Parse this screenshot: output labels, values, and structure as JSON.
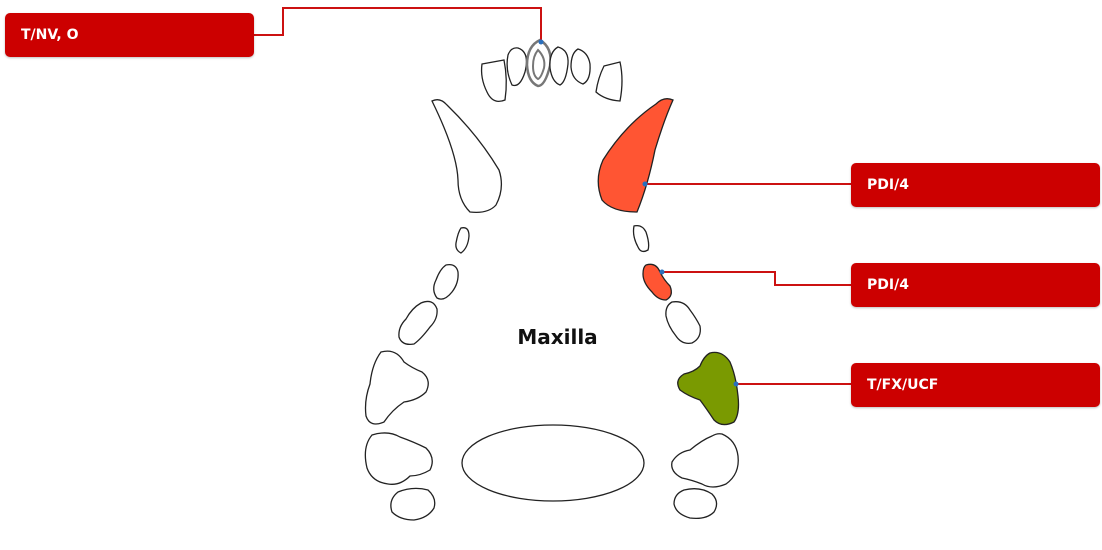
{
  "diagram": {
    "title": "Maxilla",
    "colors": {
      "label_bg": "#cc0000",
      "connector": "#cc1111",
      "anchor_dot": "#2a6fbd",
      "tooth_outline": "#222222",
      "tooth_fill": "#ffffff",
      "pdi_fill": "#ff5533",
      "fracture_fill": "#7a9a01",
      "marked_outline": "#777777"
    },
    "annotations": [
      {
        "id": "incisor",
        "text": "T/NV, O"
      },
      {
        "id": "canine",
        "text": "PDI/4"
      },
      {
        "id": "premolar",
        "text": "PDI/4"
      },
      {
        "id": "carnassial",
        "text": "T/FX/UCF"
      }
    ]
  }
}
